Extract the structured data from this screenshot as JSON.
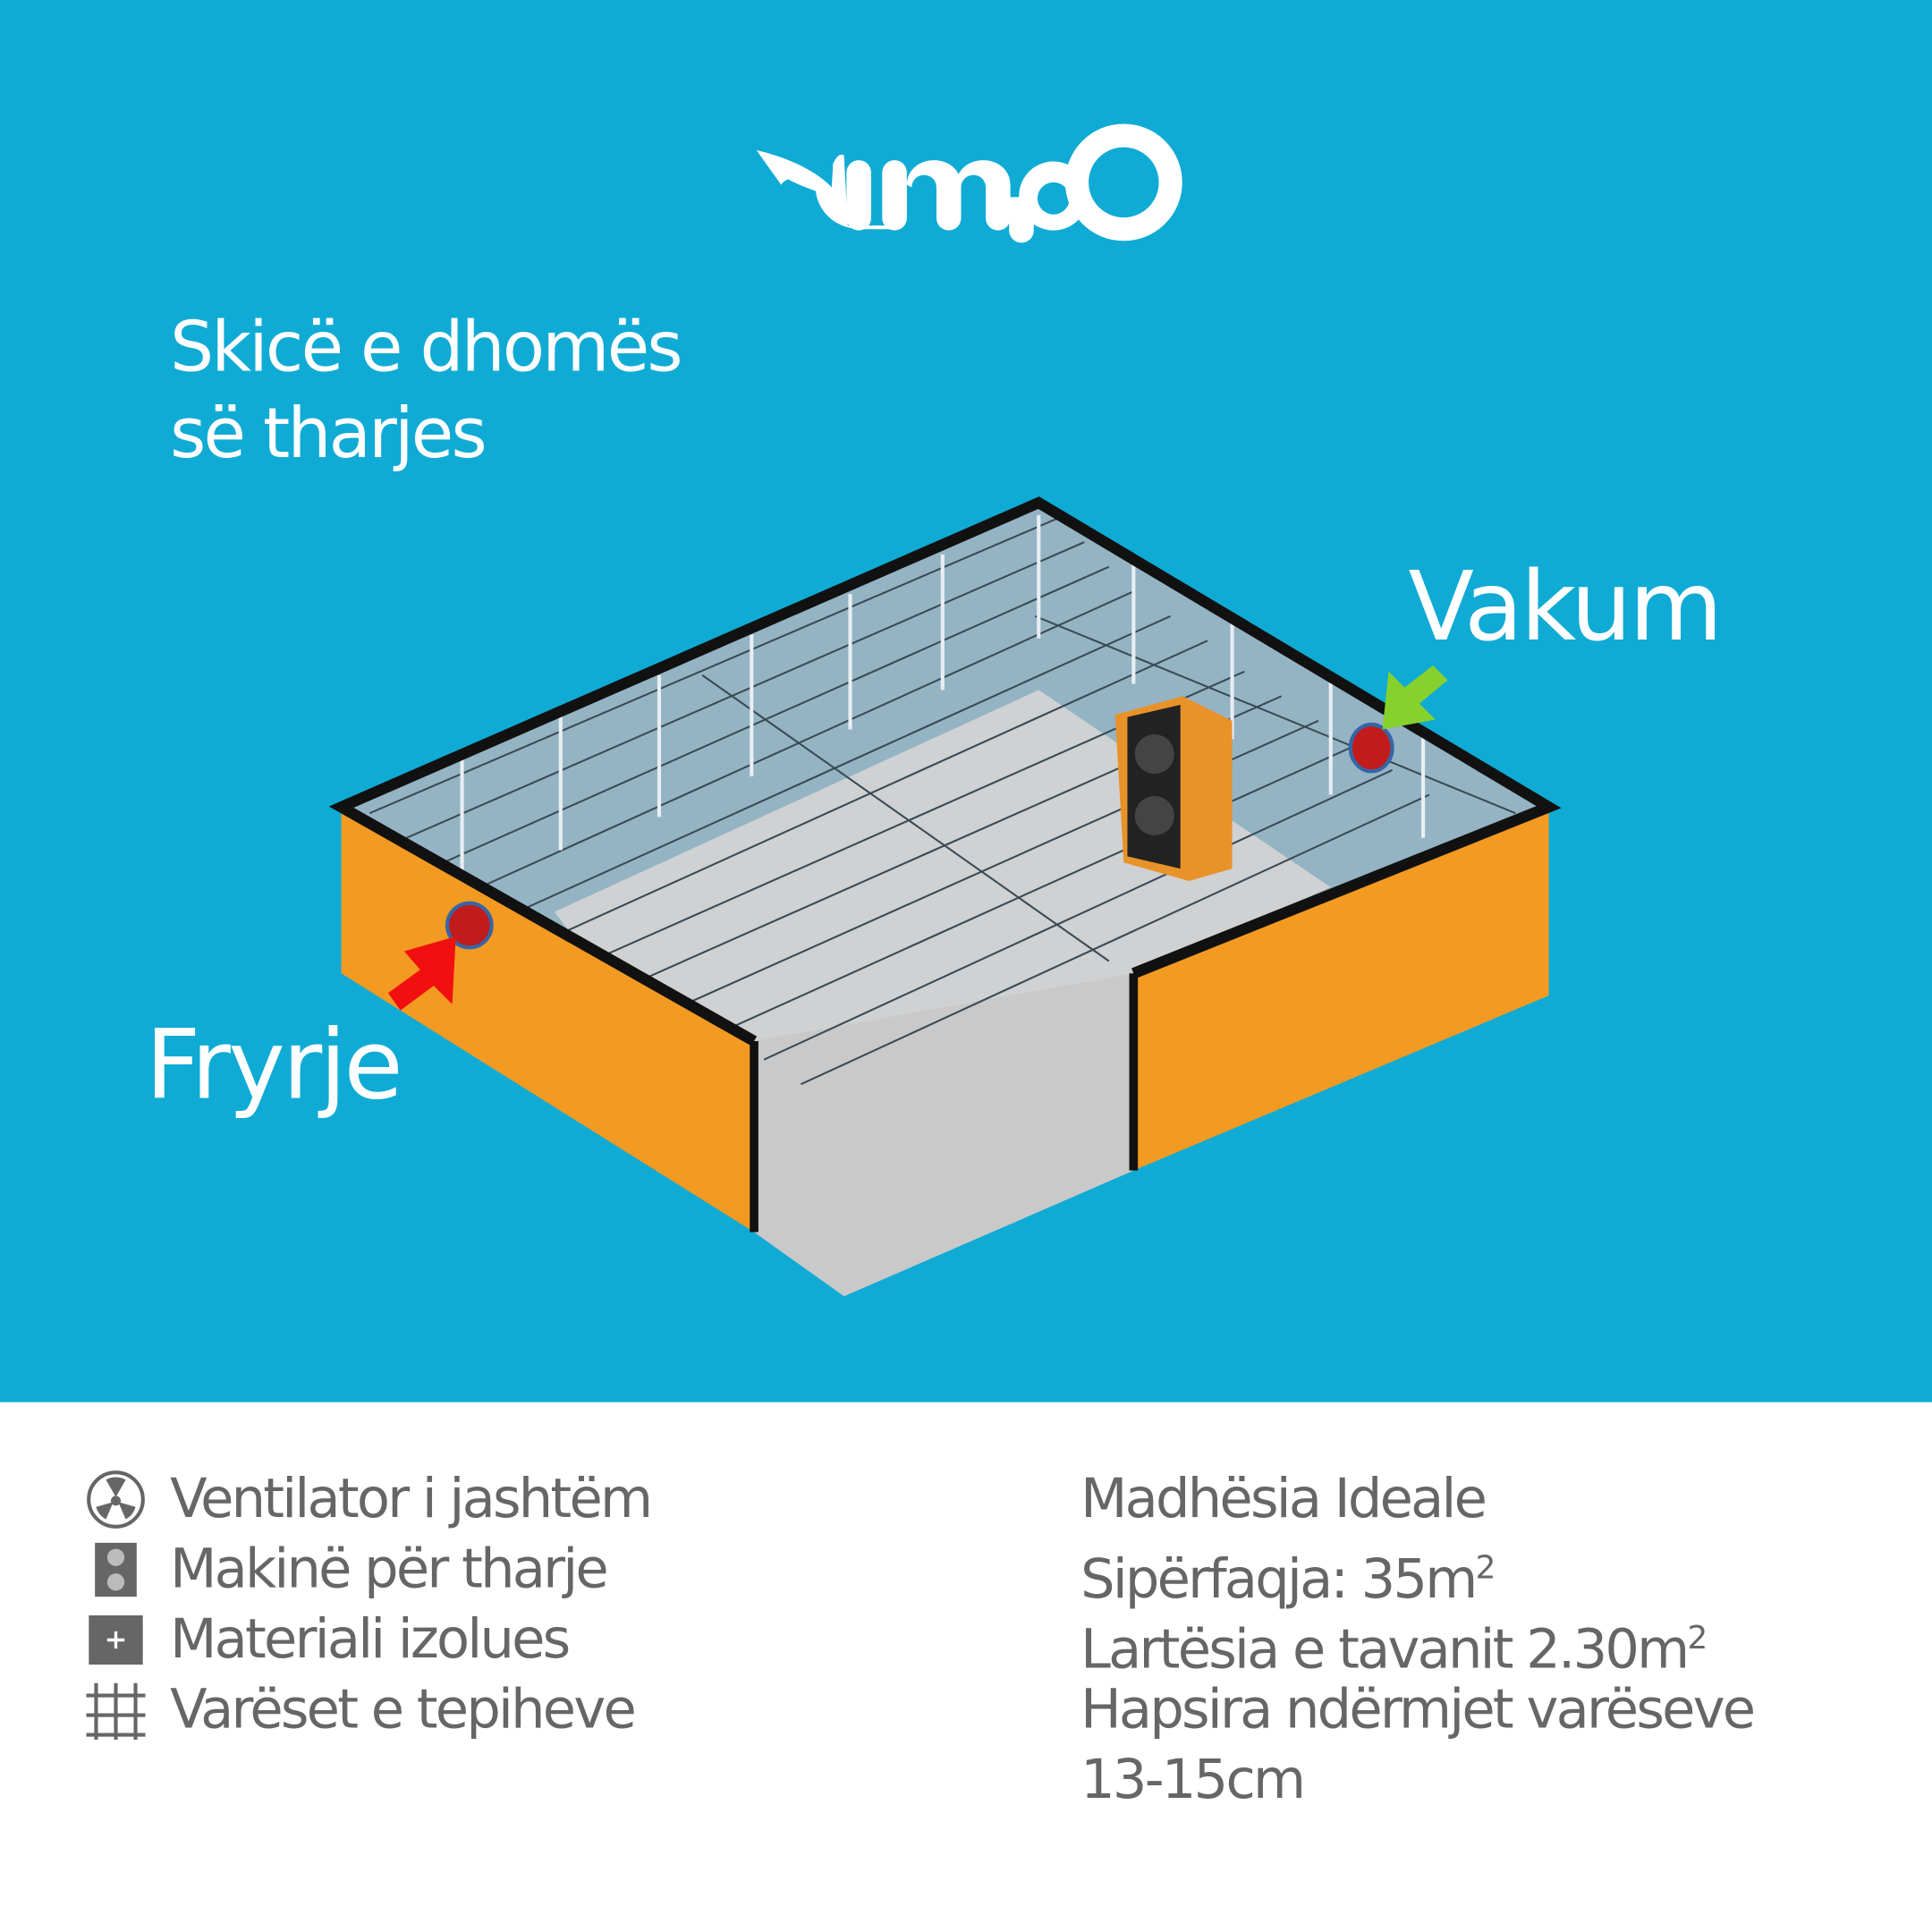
{
  "brand": {
    "logo_text": "LIMPO"
  },
  "title": {
    "line1": "Skicë e dhomës",
    "line2": "së tharjes"
  },
  "labels": {
    "vakum": "Vakum",
    "fryrje": "Fryrje"
  },
  "legend": [
    {
      "icon": "fan-icon",
      "label": "Ventilator i jashtëm"
    },
    {
      "icon": "dryer-machine-icon",
      "label": "Makinë për tharje"
    },
    {
      "icon": "insulation-icon",
      "label": "Materiali izolues"
    },
    {
      "icon": "grid-icon",
      "label": "Varëset e tepiheve"
    }
  ],
  "specs": {
    "heading": "Madhësia Ideale",
    "area": "Sipërfaqja: 35m",
    "area_sup": "2",
    "height": "Lartësia e tavanit 2.30m",
    "height_sup": "2",
    "spacing": "Hapsira ndërmjet varëseve",
    "spacing_value": "13-15cm"
  },
  "colors": {
    "background": "#0fabd5",
    "wall": "#f39a22",
    "text_gray": "#666666"
  }
}
